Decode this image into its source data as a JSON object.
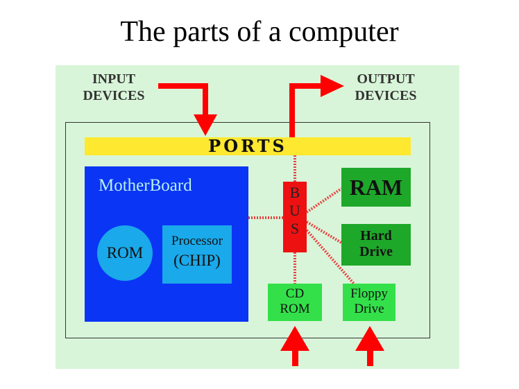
{
  "title": "The parts of a computer",
  "labels": {
    "input_line1": "INPUT",
    "input_line2": "DEVICES",
    "output_line1": "OUTPUT",
    "output_line2": "DEVICES",
    "ports": "PORTS",
    "motherboard": "MotherBoard",
    "rom": "ROM",
    "processor_line1": "Processor",
    "processor_line2": "(CHIP)",
    "bus": [
      "B",
      "U",
      "S"
    ],
    "ram": "RAM",
    "hard_drive_line1": "Hard",
    "hard_drive_line2": "Drive",
    "cd_rom_line1": "CD",
    "cd_rom_line2": "ROM",
    "floppy_line1": "Floppy",
    "floppy_line2": "Drive"
  },
  "colors": {
    "panel": "#d9f5d9",
    "ports": "#ffe830",
    "motherboard": "#0a35f5",
    "chip": "#1aa9ea",
    "bus": "#ee1111",
    "arrow": "#ff0000",
    "storage": "#1ea82a",
    "drives": "#33e04a"
  }
}
